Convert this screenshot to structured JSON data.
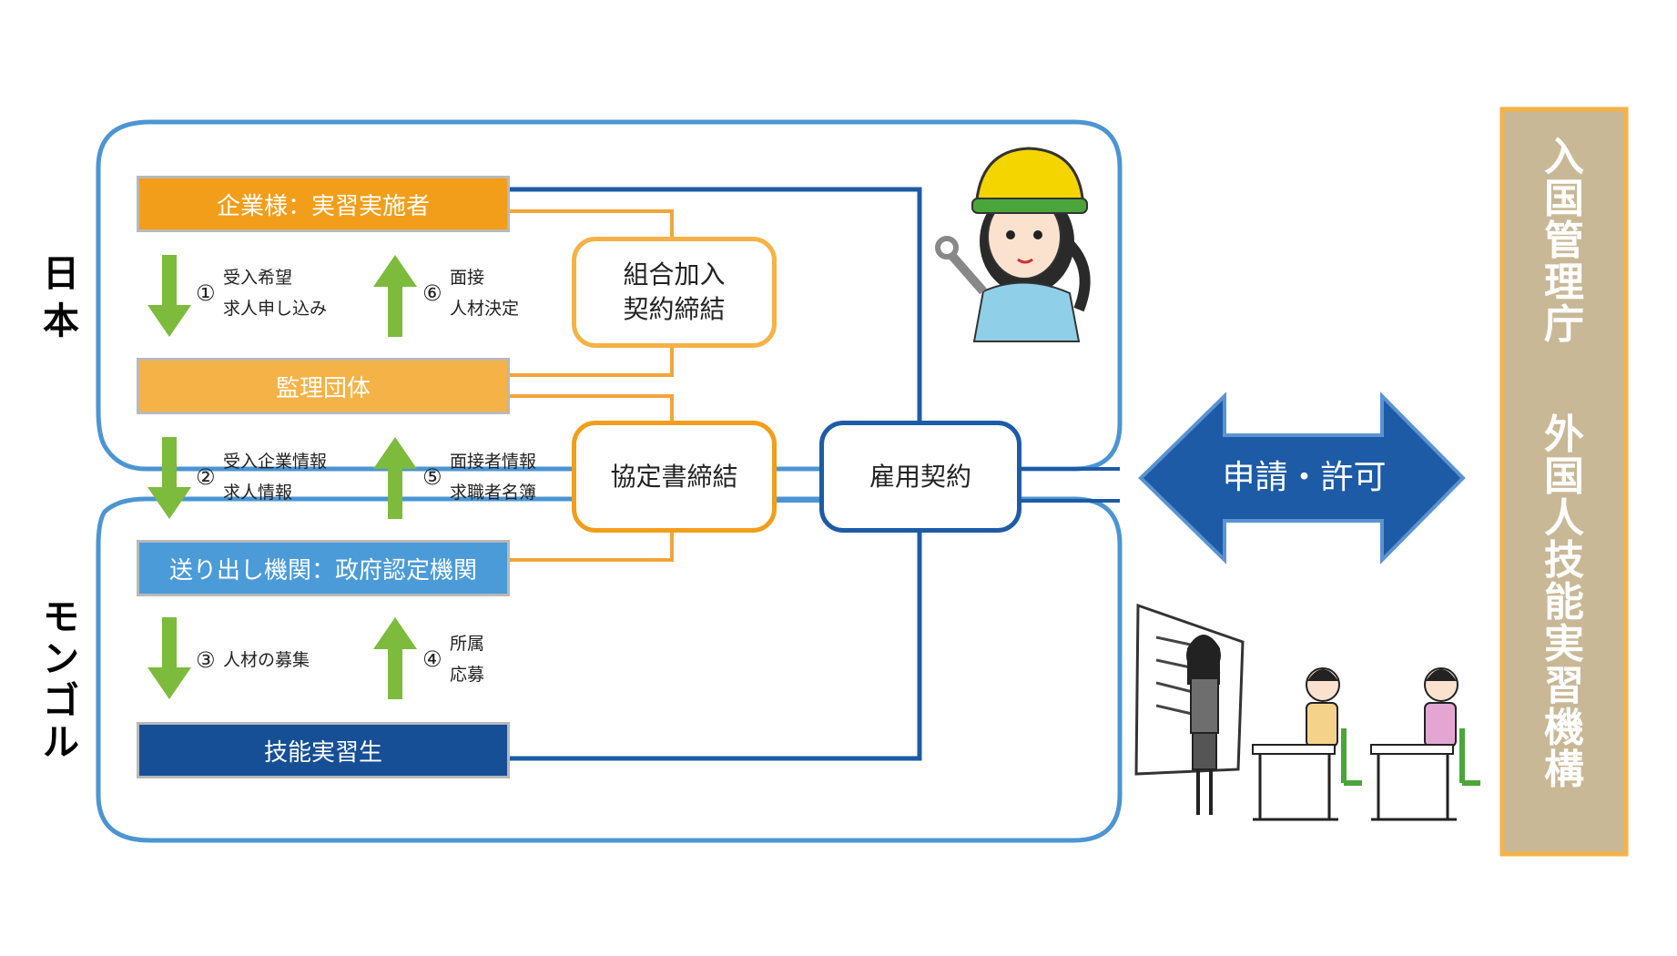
{
  "regions": {
    "japan": "日本",
    "mongolia": "モンゴル"
  },
  "boxes": {
    "company": "企業様：実習実施者",
    "supervisor": "監理団体",
    "sender": "送り出し機関：政府認定機関",
    "trainee": "技能実習生"
  },
  "contracts": {
    "union": [
      "組合加入",
      "契約締結"
    ],
    "agreement": "協定書締結",
    "employment": "雇用契約"
  },
  "steps": {
    "s1": {
      "num": "①",
      "lines": [
        "受入希望",
        "求人申し込み"
      ]
    },
    "s2": {
      "num": "②",
      "lines": [
        "受入企業情報",
        "求人情報"
      ]
    },
    "s3": {
      "num": "③",
      "lines": [
        "人材の募集"
      ]
    },
    "s4": {
      "num": "④",
      "lines": [
        "所属",
        "応募"
      ]
    },
    "s5": {
      "num": "⑤",
      "lines": [
        "面接者情報",
        "求職者名簿"
      ]
    },
    "s6": {
      "num": "⑥",
      "lines": [
        "面接",
        "人材決定"
      ]
    }
  },
  "exchange": "申請・許可",
  "authorities": {
    "col1": "入国管理庁",
    "col2": "外国人技能実習機構"
  },
  "colors": {
    "company": "#f29e1a",
    "supervisor": "#f5b246",
    "sender": "#4a9bd8",
    "trainee": "#164f96",
    "region_border": "#4b95d2",
    "arrow_green": "#7cbb3c",
    "exchange_arrow": "#1d5ba6",
    "authority_bg": "#c9b896",
    "authority_border": "#f5b246"
  },
  "icons": [
    "worker-woman-helmet-illustration",
    "classroom-teacher-students-illustration"
  ]
}
